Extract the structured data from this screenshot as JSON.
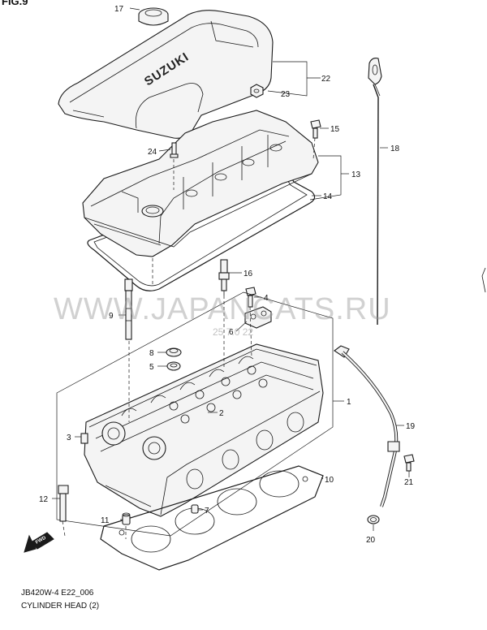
{
  "figure": {
    "label": "FIG.9",
    "code": "JB420W-4 E22_006",
    "title": "CYLINDER HEAD (2)"
  },
  "brand_text": "SUZUKI",
  "watermark": "WWW.JAPANCATS.RU",
  "watermark_small": "25 7.0 22",
  "forward_mark": "FWD",
  "callouts": [
    {
      "id": "p17",
      "text": "17"
    },
    {
      "id": "p22",
      "text": "22"
    },
    {
      "id": "p23",
      "text": "23"
    },
    {
      "id": "p15",
      "text": "15"
    },
    {
      "id": "p18",
      "text": "18"
    },
    {
      "id": "p24",
      "text": "24"
    },
    {
      "id": "p13",
      "text": "13"
    },
    {
      "id": "p14",
      "text": "14"
    },
    {
      "id": "p16",
      "text": "16"
    },
    {
      "id": "p4",
      "text": "4"
    },
    {
      "id": "p9",
      "text": "9"
    },
    {
      "id": "p6",
      "text": "6"
    },
    {
      "id": "p8",
      "text": "8"
    },
    {
      "id": "p5",
      "text": "5"
    },
    {
      "id": "p1",
      "text": "1"
    },
    {
      "id": "p2",
      "text": "2"
    },
    {
      "id": "p3",
      "text": "3"
    },
    {
      "id": "p19",
      "text": "19"
    },
    {
      "id": "p21",
      "text": "21"
    },
    {
      "id": "p10",
      "text": "10"
    },
    {
      "id": "p12",
      "text": "12"
    },
    {
      "id": "p7",
      "text": "7"
    },
    {
      "id": "p11",
      "text": "11"
    },
    {
      "id": "p20",
      "text": "20"
    }
  ]
}
